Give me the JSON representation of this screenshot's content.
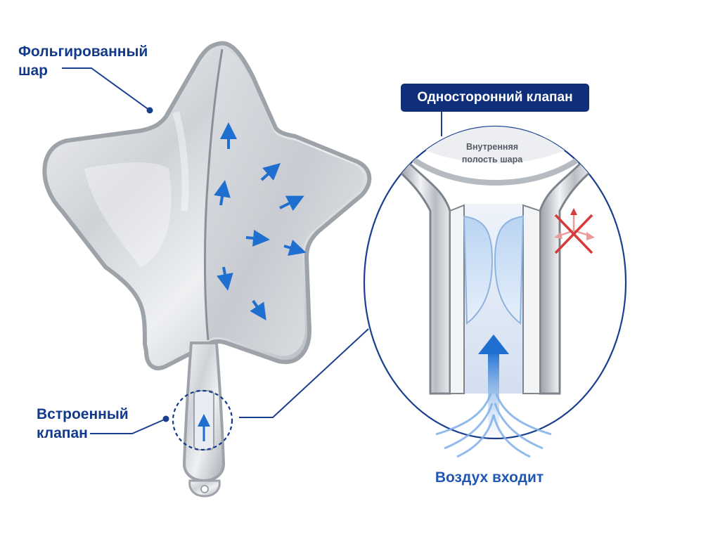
{
  "labels": {
    "foil_balloon_line1": "Фольгированный",
    "foil_balloon_line2": "шар",
    "builtin_valve_line1": "Встроенный",
    "builtin_valve_line2": "клапан",
    "oneway_valve": "Односторонний клапан",
    "inner_cavity_line1": "Внутренняя",
    "inner_cavity_line2": "полость шара",
    "air_enters": "Воздух входит"
  },
  "colors": {
    "label_blue": "#123a8c",
    "badge_navy": "#0f2f7a",
    "leader_line": "#1a3f8f",
    "arrow_blue": "#1f6fd1",
    "blocked_red": "#d63a3a",
    "foil_silver": "#c9ccd1"
  },
  "icons": {
    "blocked": "crossed-arrows-icon",
    "inflow": "up-arrow-icon"
  }
}
